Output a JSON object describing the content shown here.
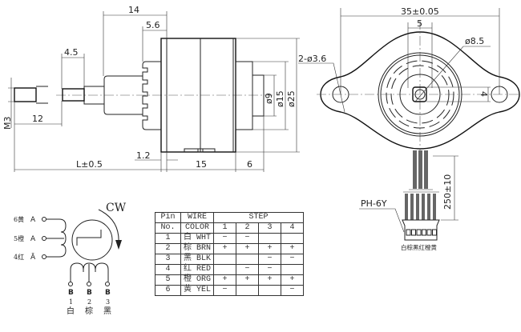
{
  "side_view": {
    "dims": {
      "d14": "14",
      "d5_6": "5.6",
      "d4_5": "4.5",
      "d12": "12",
      "m3": "M3",
      "length": "L±0.5",
      "d1_2": "1.2",
      "d15": "15",
      "d6": "6",
      "dia9": "ø9",
      "dia15": "ø15",
      "dia25": "ø25"
    }
  },
  "front_view": {
    "dims": {
      "width": "35±0.05",
      "d5": "5",
      "dia8_5": "ø8.5",
      "holes": "2-ø3.6",
      "d4": "4",
      "lead_length": "250±10"
    },
    "connector": "PH-6Y",
    "connector_colors": "白棕黑红橙黄"
  },
  "wiring": {
    "direction": "CW",
    "left_terminals": [
      {
        "label": "6黄",
        "phase": "A"
      },
      {
        "label": "5橙",
        "phase": "A"
      },
      {
        "label": "4红",
        "phase": "Ā"
      }
    ],
    "bottom_terminals": [
      {
        "phase": "B",
        "num": "1",
        "color": "白"
      },
      {
        "phase": "B",
        "num": "2",
        "color": "棕"
      },
      {
        "phase": "B",
        "num": "3",
        "color": "黑"
      }
    ]
  },
  "step_table": {
    "headers": {
      "pin": "Pin",
      "no": "No.",
      "wire": "WIRE",
      "color": "COLOR",
      "step": "STEP",
      "steps": [
        "1",
        "2",
        "3",
        "4"
      ]
    },
    "rows": [
      {
        "pin": "1",
        "color": "白 WHT",
        "s": [
          "−",
          "−",
          "",
          ""
        ]
      },
      {
        "pin": "2",
        "color": "棕 BRN",
        "s": [
          "+",
          "+",
          "+",
          "+"
        ]
      },
      {
        "pin": "3",
        "color": "黑 BLK",
        "s": [
          "",
          "",
          "−",
          "−"
        ]
      },
      {
        "pin": "4",
        "color": "红 RED",
        "s": [
          "",
          "−",
          "−",
          ""
        ]
      },
      {
        "pin": "5",
        "color": "橙 ORG",
        "s": [
          "+",
          "+",
          "+",
          "+"
        ]
      },
      {
        "pin": "6",
        "color": "黄 YEL",
        "s": [
          "−",
          "",
          "",
          "−"
        ]
      }
    ]
  }
}
